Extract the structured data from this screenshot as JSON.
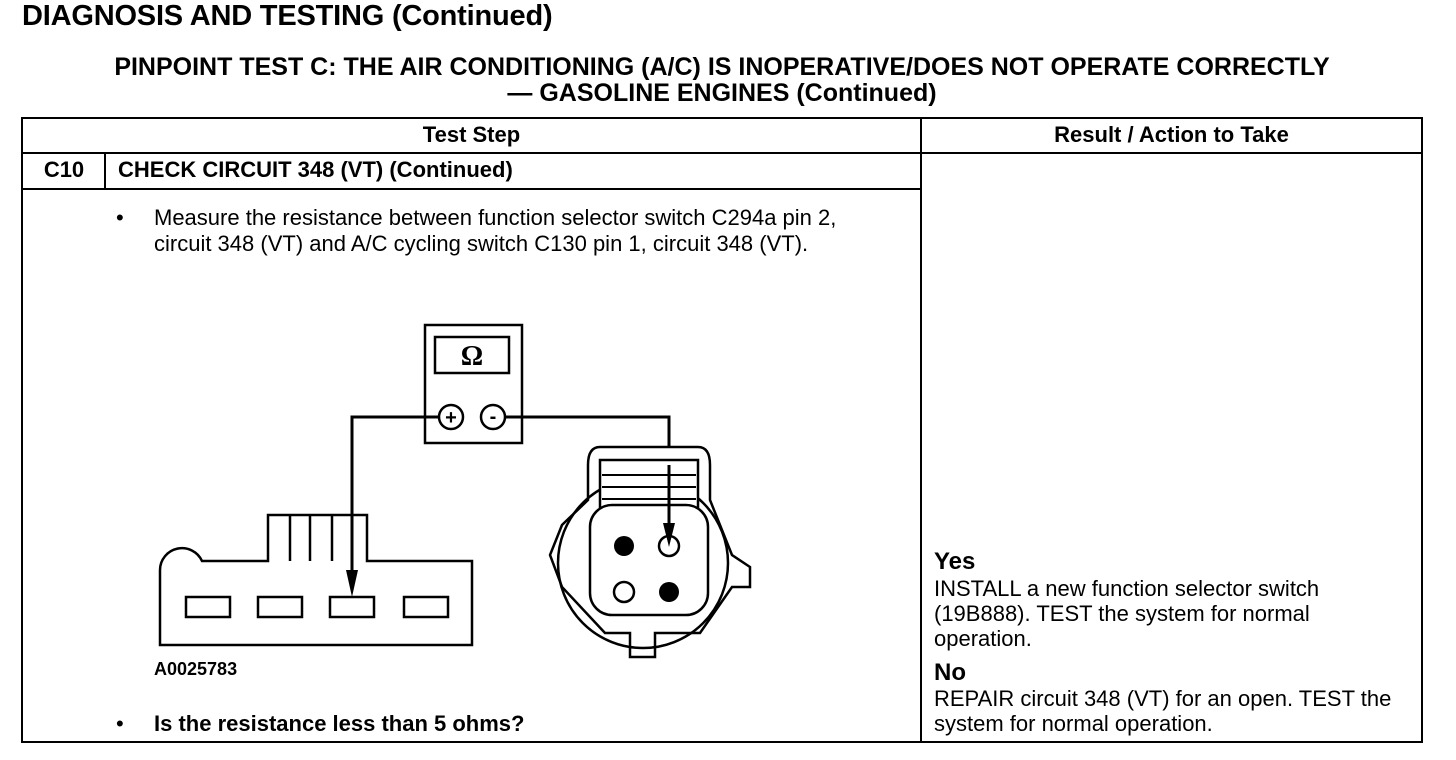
{
  "document": {
    "heading": "DIAGNOSIS AND TESTING (Continued)",
    "pinpoint_title_line1": "PINPOINT TEST  C: THE AIR CONDITIONING (A/C) IS INOPERATIVE/DOES NOT OPERATE CORRECTLY",
    "pinpoint_title_line2": "— GASOLINE ENGINES (Continued)"
  },
  "table": {
    "headers": {
      "test_step": "Test Step",
      "result_action": "Result / Action to Take"
    },
    "step": {
      "id": "C10",
      "title": "CHECK CIRCUIT 348 (VT) (Continued)",
      "instruction": "Measure the resistance between function selector switch C294a pin 2, circuit 348 (VT) and A/C cycling switch C130 pin 1, circuit 348 (VT).",
      "bullet": "•",
      "figure": {
        "id": "A0025783",
        "meter_symbol": "Ω",
        "plus": "+",
        "minus": "-"
      },
      "question": "Is the resistance less than 5 ohms?"
    },
    "results": [
      {
        "label": "Yes",
        "text": "INSTALL a new function selector switch (19B888). TEST the system for normal operation."
      },
      {
        "label": "No",
        "text": "REPAIR circuit 348 (VT) for an open. TEST the system for normal operation."
      }
    ]
  }
}
